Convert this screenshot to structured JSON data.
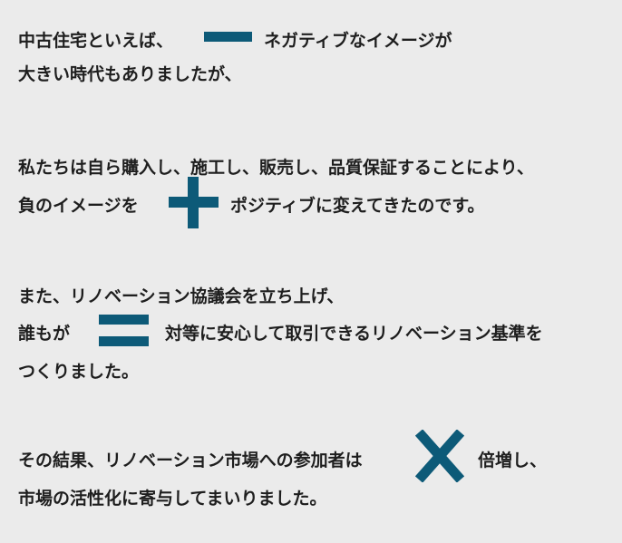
{
  "accent_color": "#0d5a78",
  "paragraphs": [
    {
      "line1_before": "中古住宅といえば、",
      "symbol": "minus-icon",
      "line1_after": "ネガティブなイメージが",
      "line2": "大きい時代もありましたが、"
    },
    {
      "line1": "私たちは自ら購入し、施工し、販売し、品質保証することにより、",
      "line2_before": "負のイメージを",
      "symbol": "plus-icon",
      "line2_after": "ポジティブに変えてきたのです。"
    },
    {
      "line1": "また、リノベーション協議会を立ち上げ、",
      "line2_before": "誰もが",
      "symbol": "equals-icon",
      "line2_after": "対等に安心して取引できるリノベーション基準を",
      "line3": "つくりました。"
    },
    {
      "line1_before": "その結果、リノベーション市場への参加者は",
      "symbol": "multiply-icon",
      "line1_after": "倍増し、",
      "line2": "市場の活性化に寄与してまいりました。"
    }
  ]
}
